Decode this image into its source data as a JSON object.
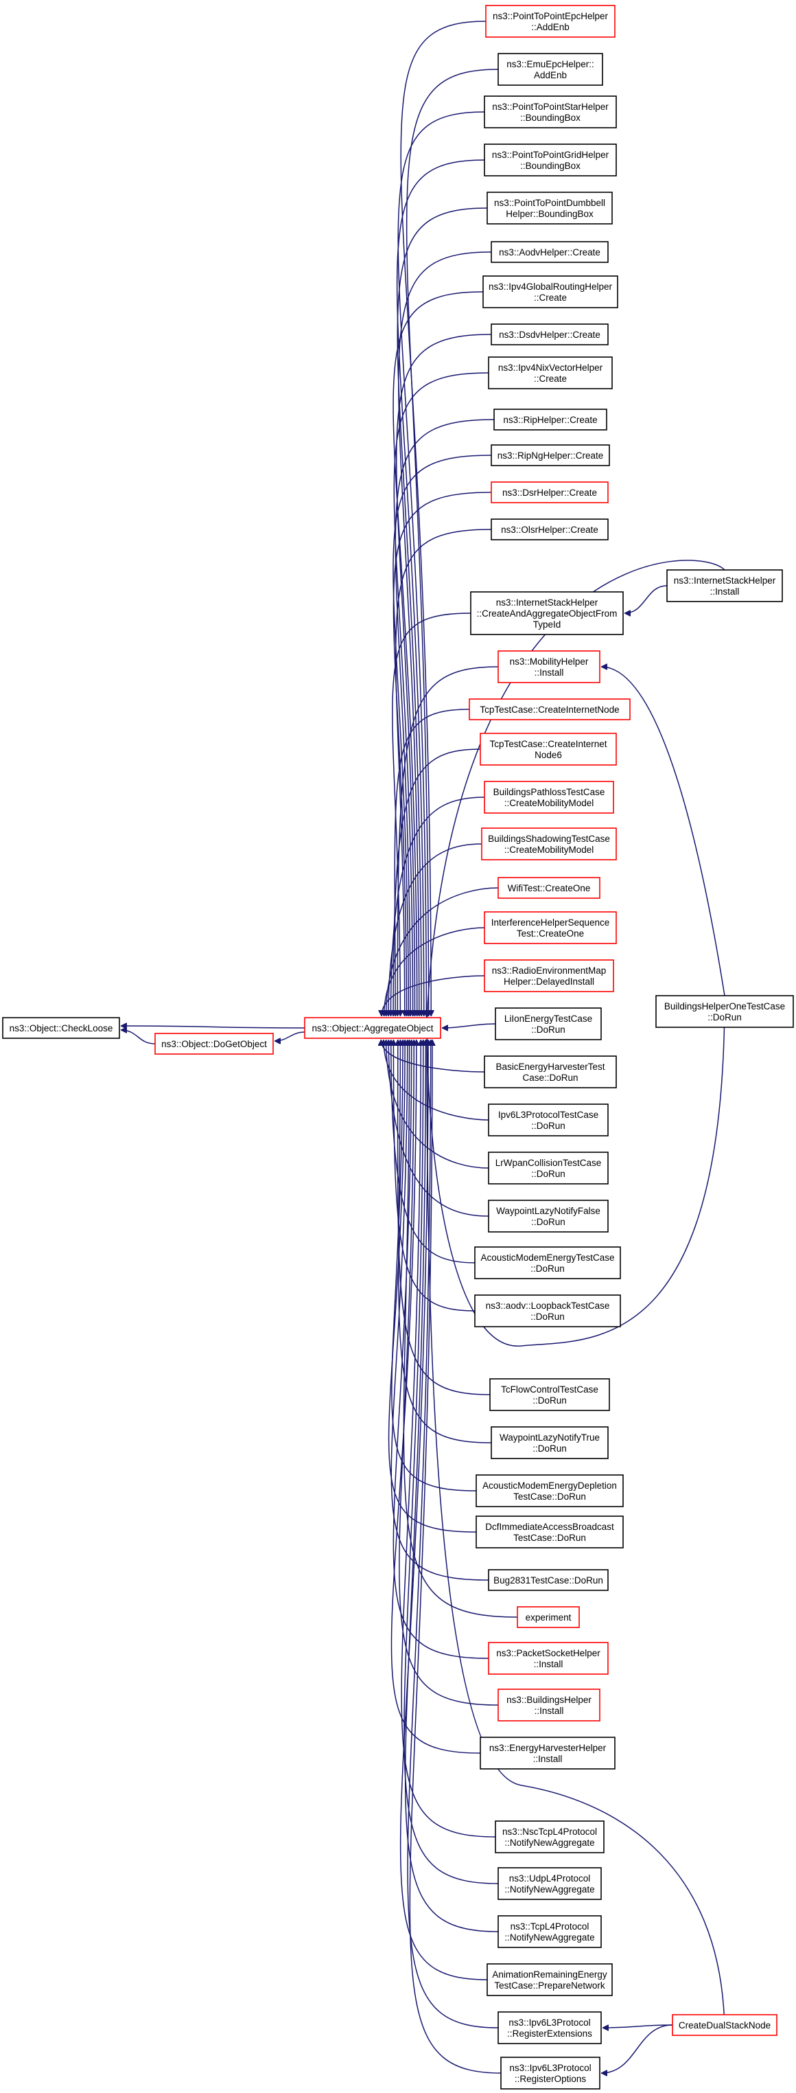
{
  "colors": {
    "edge": "#191970",
    "border_normal": "#000000",
    "border_red": "#ff0000",
    "root_fill": "#bfbfbf"
  },
  "nodes": {
    "root": {
      "lines": [
        "ns3::Object::CheckLoose"
      ],
      "style": "root"
    },
    "dogetobject": {
      "lines": [
        "ns3::Object::DoGetObject"
      ],
      "style": "red"
    },
    "aggregate": {
      "lines": [
        "ns3::Object::AggregateObject"
      ],
      "style": "red"
    },
    "n01": {
      "lines": [
        "ns3::PointToPointEpcHelper",
        "::AddEnb"
      ],
      "style": "red"
    },
    "n02": {
      "lines": [
        "ns3::EmuEpcHelper::",
        "AddEnb"
      ],
      "style": "normal"
    },
    "n03": {
      "lines": [
        "ns3::PointToPointStarHelper",
        "::BoundingBox"
      ],
      "style": "normal"
    },
    "n04": {
      "lines": [
        "ns3::PointToPointGridHelper",
        "::BoundingBox"
      ],
      "style": "normal"
    },
    "n05": {
      "lines": [
        "ns3::PointToPointDumbbell",
        "Helper::BoundingBox"
      ],
      "style": "normal"
    },
    "n06": {
      "lines": [
        "ns3::AodvHelper::Create"
      ],
      "style": "normal"
    },
    "n07": {
      "lines": [
        "ns3::Ipv4GlobalRoutingHelper",
        "::Create"
      ],
      "style": "normal"
    },
    "n08": {
      "lines": [
        "ns3::DsdvHelper::Create"
      ],
      "style": "normal"
    },
    "n09": {
      "lines": [
        "ns3::Ipv4NixVectorHelper",
        "::Create"
      ],
      "style": "normal"
    },
    "n10": {
      "lines": [
        "ns3::RipHelper::Create"
      ],
      "style": "normal"
    },
    "n11": {
      "lines": [
        "ns3::RipNgHelper::Create"
      ],
      "style": "normal"
    },
    "n12": {
      "lines": [
        "ns3::DsrHelper::Create"
      ],
      "style": "red"
    },
    "n13": {
      "lines": [
        "ns3::OlsrHelper::Create"
      ],
      "style": "normal"
    },
    "n14": {
      "lines": [
        "ns3::InternetStackHelper",
        "::CreateAndAggregateObjectFrom",
        "TypeId"
      ],
      "style": "normal"
    },
    "n15": {
      "lines": [
        "ns3::MobilityHelper",
        "::Install"
      ],
      "style": "red"
    },
    "n16": {
      "lines": [
        "TcpTestCase::CreateInternetNode"
      ],
      "style": "red"
    },
    "n17": {
      "lines": [
        "TcpTestCase::CreateInternet",
        "Node6"
      ],
      "style": "red"
    },
    "n18": {
      "lines": [
        "BuildingsPathlossTestCase",
        "::CreateMobilityModel"
      ],
      "style": "red"
    },
    "n19": {
      "lines": [
        "BuildingsShadowingTestCase",
        "::CreateMobilityModel"
      ],
      "style": "red"
    },
    "n20": {
      "lines": [
        "WifiTest::CreateOne"
      ],
      "style": "red"
    },
    "n21": {
      "lines": [
        "InterferenceHelperSequence",
        "Test::CreateOne"
      ],
      "style": "red"
    },
    "n22": {
      "lines": [
        "ns3::RadioEnvironmentMap",
        "Helper::DelayedInstall"
      ],
      "style": "red"
    },
    "n23": {
      "lines": [
        "LiIonEnergyTestCase",
        "::DoRun"
      ],
      "style": "normal"
    },
    "n24": {
      "lines": [
        "BasicEnergyHarvesterTest",
        "Case::DoRun"
      ],
      "style": "normal"
    },
    "n25": {
      "lines": [
        "Ipv6L3ProtocolTestCase",
        "::DoRun"
      ],
      "style": "normal"
    },
    "n26": {
      "lines": [
        "LrWpanCollisionTestCase",
        "::DoRun"
      ],
      "style": "normal"
    },
    "n27": {
      "lines": [
        "WaypointLazyNotifyFalse",
        "::DoRun"
      ],
      "style": "normal"
    },
    "n28": {
      "lines": [
        "AcousticModemEnergyTestCase",
        "::DoRun"
      ],
      "style": "normal"
    },
    "n29": {
      "lines": [
        "ns3::aodv::LoopbackTestCase",
        "::DoRun"
      ],
      "style": "normal"
    },
    "n30": {
      "lines": [
        "TcFlowControlTestCase",
        "::DoRun"
      ],
      "style": "normal"
    },
    "n31": {
      "lines": [
        "WaypointLazyNotifyTrue",
        "::DoRun"
      ],
      "style": "normal"
    },
    "n32": {
      "lines": [
        "AcousticModemEnergyDepletion",
        "TestCase::DoRun"
      ],
      "style": "normal"
    },
    "n33": {
      "lines": [
        "DcfImmediateAccessBroadcast",
        "TestCase::DoRun"
      ],
      "style": "normal"
    },
    "n34": {
      "lines": [
        "Bug2831TestCase::DoRun"
      ],
      "style": "normal"
    },
    "n35": {
      "lines": [
        "experiment"
      ],
      "style": "red"
    },
    "n36": {
      "lines": [
        "ns3::PacketSocketHelper",
        "::Install"
      ],
      "style": "red"
    },
    "n37": {
      "lines": [
        "ns3::BuildingsHelper",
        "::Install"
      ],
      "style": "red"
    },
    "n38": {
      "lines": [
        "ns3::EnergyHarvesterHelper",
        "::Install"
      ],
      "style": "normal"
    },
    "n39": {
      "lines": [
        "ns3::NscTcpL4Protocol",
        "::NotifyNewAggregate"
      ],
      "style": "normal"
    },
    "n40": {
      "lines": [
        "ns3::UdpL4Protocol",
        "::NotifyNewAggregate"
      ],
      "style": "normal"
    },
    "n41": {
      "lines": [
        "ns3::TcpL4Protocol",
        "::NotifyNewAggregate"
      ],
      "style": "normal"
    },
    "n42": {
      "lines": [
        "AnimationRemainingEnergy",
        "TestCase::PrepareNetwork"
      ],
      "style": "normal"
    },
    "n43": {
      "lines": [
        "ns3::Ipv6L3Protocol",
        "::RegisterExtensions"
      ],
      "style": "normal"
    },
    "n44": {
      "lines": [
        "ns3::Ipv6L3Protocol",
        "::RegisterOptions"
      ],
      "style": "normal"
    },
    "r1": {
      "lines": [
        "ns3::InternetStackHelper",
        "::Install"
      ],
      "style": "normal"
    },
    "r2": {
      "lines": [
        "BuildingsHelperOneTestCase",
        "::DoRun"
      ],
      "style": "normal"
    },
    "r3": {
      "lines": [
        "CreateDualStackNode"
      ],
      "style": "red"
    }
  },
  "edges": [
    [
      "dogetobject",
      "root"
    ],
    [
      "aggregate",
      "root"
    ],
    [
      "aggregate",
      "dogetobject"
    ],
    [
      "n01",
      "aggregate"
    ],
    [
      "n02",
      "aggregate"
    ],
    [
      "n03",
      "aggregate"
    ],
    [
      "n04",
      "aggregate"
    ],
    [
      "n05",
      "aggregate"
    ],
    [
      "n06",
      "aggregate"
    ],
    [
      "n07",
      "aggregate"
    ],
    [
      "n08",
      "aggregate"
    ],
    [
      "n09",
      "aggregate"
    ],
    [
      "n10",
      "aggregate"
    ],
    [
      "n11",
      "aggregate"
    ],
    [
      "n12",
      "aggregate"
    ],
    [
      "n13",
      "aggregate"
    ],
    [
      "n14",
      "aggregate"
    ],
    [
      "n15",
      "aggregate"
    ],
    [
      "n16",
      "aggregate"
    ],
    [
      "n17",
      "aggregate"
    ],
    [
      "n18",
      "aggregate"
    ],
    [
      "n19",
      "aggregate"
    ],
    [
      "n20",
      "aggregate"
    ],
    [
      "n21",
      "aggregate"
    ],
    [
      "n22",
      "aggregate"
    ],
    [
      "n23",
      "aggregate"
    ],
    [
      "n24",
      "aggregate"
    ],
    [
      "n25",
      "aggregate"
    ],
    [
      "n26",
      "aggregate"
    ],
    [
      "n27",
      "aggregate"
    ],
    [
      "n28",
      "aggregate"
    ],
    [
      "n29",
      "aggregate"
    ],
    [
      "n30",
      "aggregate"
    ],
    [
      "n31",
      "aggregate"
    ],
    [
      "n32",
      "aggregate"
    ],
    [
      "n33",
      "aggregate"
    ],
    [
      "n34",
      "aggregate"
    ],
    [
      "n35",
      "aggregate"
    ],
    [
      "n36",
      "aggregate"
    ],
    [
      "n37",
      "aggregate"
    ],
    [
      "n38",
      "aggregate"
    ],
    [
      "n39",
      "aggregate"
    ],
    [
      "n40",
      "aggregate"
    ],
    [
      "n41",
      "aggregate"
    ],
    [
      "n42",
      "aggregate"
    ],
    [
      "n43",
      "aggregate"
    ],
    [
      "n44",
      "aggregate"
    ],
    [
      "r1",
      "aggregate"
    ],
    [
      "r1",
      "n14"
    ],
    [
      "r2",
      "aggregate"
    ],
    [
      "r2",
      "n15"
    ],
    [
      "r3",
      "aggregate"
    ],
    [
      "r3",
      "n43"
    ],
    [
      "r3",
      "n44"
    ]
  ]
}
